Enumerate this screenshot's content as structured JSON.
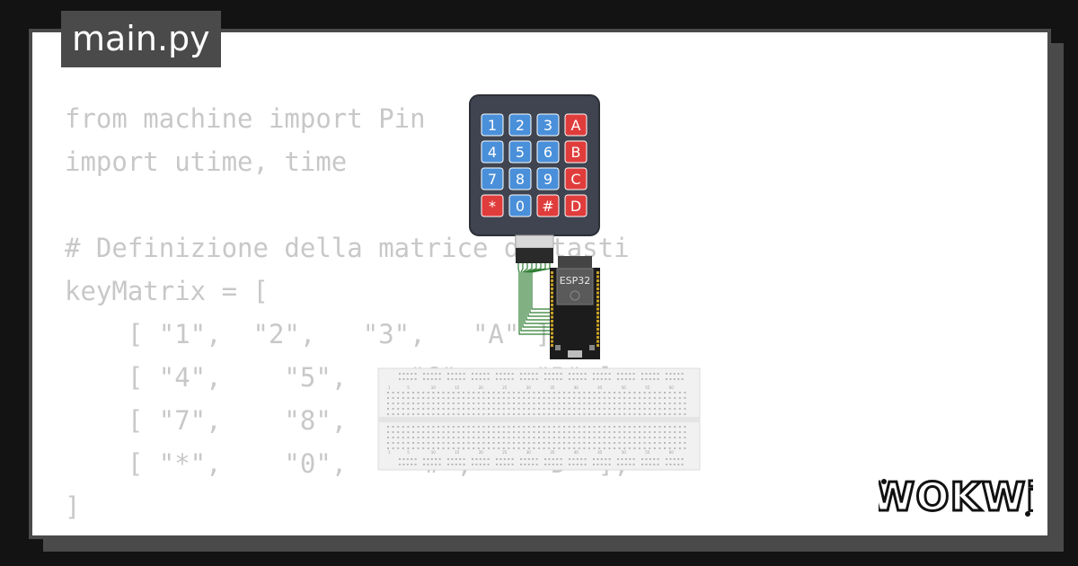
{
  "tab": {
    "filename": "main.py"
  },
  "code": {
    "lines": [
      "from machine import Pin",
      "import utime, time",
      "",
      "# Definizione della matrice di tasti",
      "keyMatrix = [",
      "    [ \"1\",  \"2\",   \"3\",   \"A\" ],",
      "    [ \"4\",    \"5\",    \"6\",    \"B\" ],",
      "    [ \"7\",    \"8\",    \"9\",    \"C\" ],",
      "    [ \"*\",    \"0\",    \"#\",    \"D\" ],",
      "]"
    ]
  },
  "keypad": {
    "keys": [
      [
        "1",
        "2",
        "3",
        "A"
      ],
      [
        "4",
        "5",
        "6",
        "B"
      ],
      [
        "7",
        "8",
        "9",
        "C"
      ],
      [
        "*",
        "0",
        "#",
        "D"
      ]
    ],
    "colors": {
      "digit": "#4a8fd9",
      "special": "#e03c3c",
      "body": "#3f4450"
    }
  },
  "board": {
    "label": "ESP32",
    "pcb_color": "#1c1c1c",
    "trace_color": "#2e7d32"
  },
  "breadboard": {
    "column_numbers": [
      "1",
      "5",
      "10",
      "15",
      "20",
      "25",
      "30",
      "35",
      "40",
      "45",
      "50",
      "55",
      "60"
    ]
  },
  "brand": {
    "logo_text": "WOKWi"
  }
}
